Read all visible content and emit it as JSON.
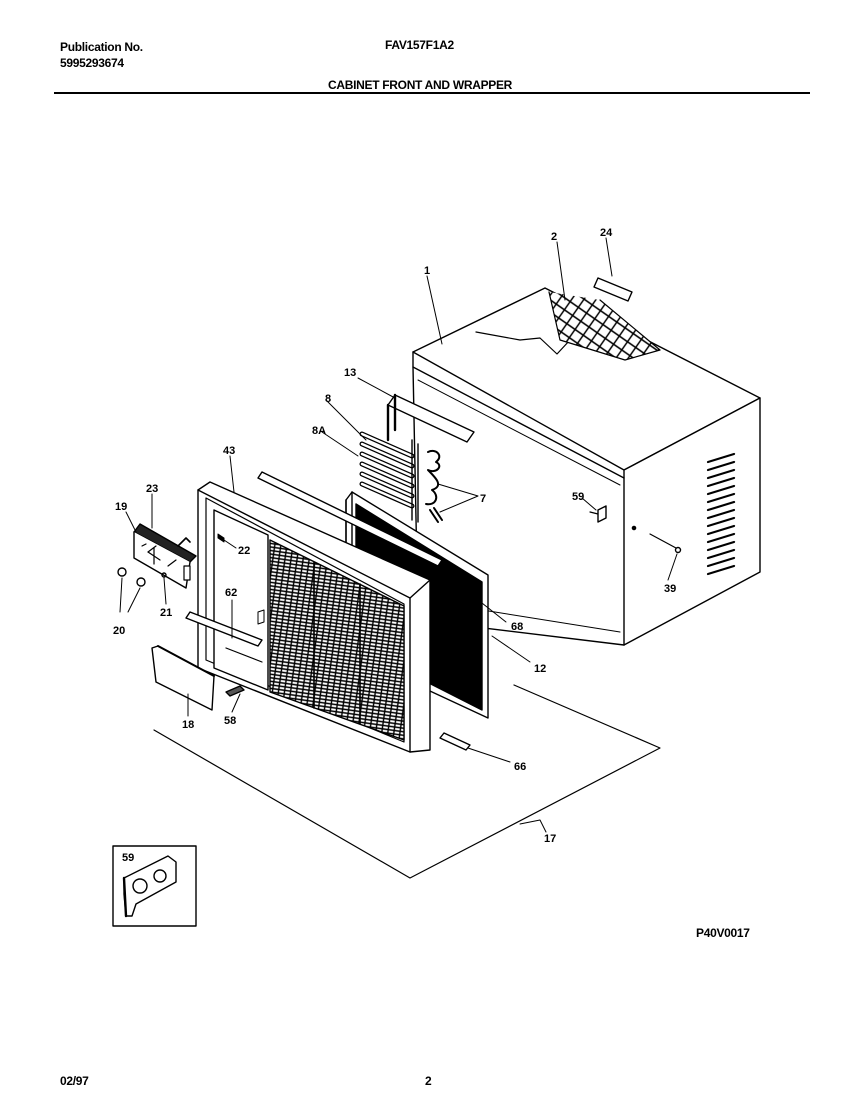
{
  "header": {
    "publication_label": "Publication No.",
    "publication_number": "5995293674",
    "model": "FAV157F1A2",
    "section_title": "CABINET FRONT AND WRAPPER"
  },
  "figure_code": "P40V0017",
  "footer": {
    "date": "02/97",
    "page": "2"
  },
  "callouts": {
    "c1": "1",
    "c2": "2",
    "c24": "24",
    "c13": "13",
    "c8": "8",
    "c8a": "8A",
    "c43": "43",
    "c7": "7",
    "c59": "59",
    "c39": "39",
    "c19": "19",
    "c23": "23",
    "c22": "22",
    "c62": "62",
    "c21": "21",
    "c20": "20",
    "c68": "68",
    "c12": "12",
    "c18": "18",
    "c58": "58",
    "c66": "66",
    "c17": "17",
    "inset59": "59"
  }
}
